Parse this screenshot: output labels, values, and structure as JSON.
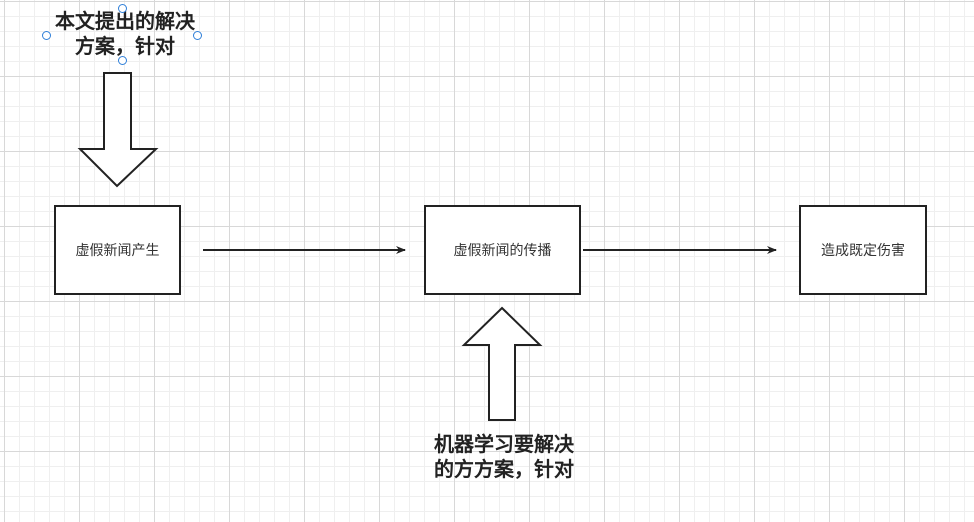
{
  "diagram": {
    "boxes": [
      {
        "label": "虚假新闻产生"
      },
      {
        "label": "虚假新闻的传播"
      },
      {
        "label": "造成既定伤害"
      }
    ],
    "annotations": {
      "top": "本文提出的解决方案，针对",
      "bottom": "机器学习要解决的方方案，针对"
    }
  },
  "colors": {
    "stroke": "#222222",
    "grid_major": "#d8d8d8",
    "grid_minor": "#efefef",
    "selection_handle": "#2f7fd8"
  }
}
